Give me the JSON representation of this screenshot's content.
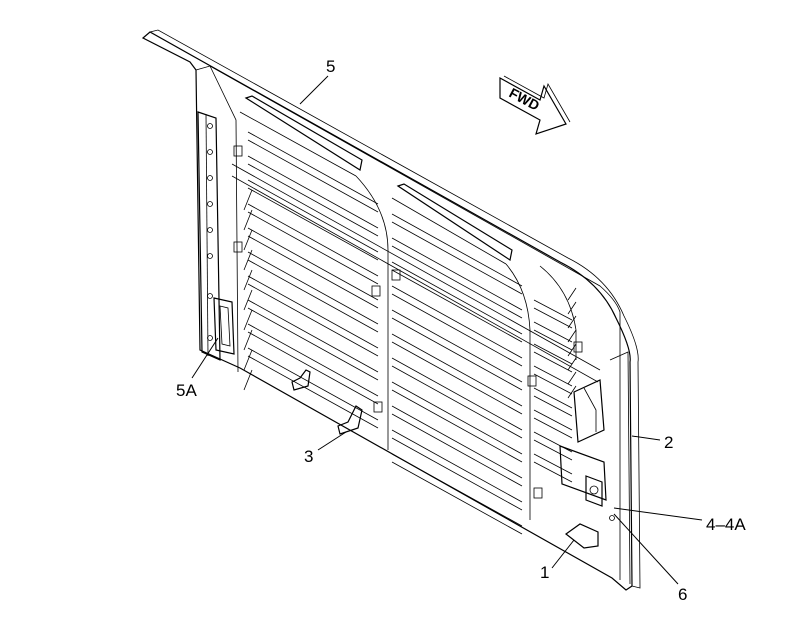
{
  "diagram": {
    "direction_arrow": {
      "label": "FWD",
      "icon": "forward-arrow-icon"
    },
    "callouts": [
      {
        "id": "c5",
        "label": "5"
      },
      {
        "id": "c5a",
        "label": "5A"
      },
      {
        "id": "c3",
        "label": "3"
      },
      {
        "id": "c2",
        "label": "2"
      },
      {
        "id": "c4",
        "label": "4–4A"
      },
      {
        "id": "c1",
        "label": "1"
      },
      {
        "id": "c6",
        "label": "6"
      }
    ]
  }
}
